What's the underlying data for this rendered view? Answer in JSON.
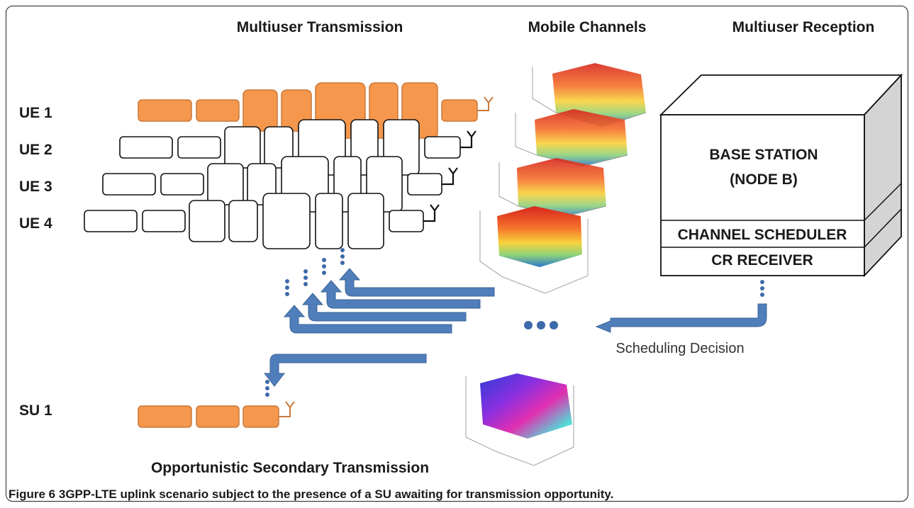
{
  "headers": {
    "transmission": "Multiuser Transmission",
    "channels": "Mobile Channels",
    "reception": "Multiuser Reception"
  },
  "users": {
    "ue1": "UE 1",
    "ue2": "UE 2",
    "ue3": "UE 3",
    "ue4": "UE 4",
    "su1": "SU 1"
  },
  "base_station": {
    "title_line1": "BASE STATION",
    "title_line2": "(NODE B)",
    "scheduler": "CHANNEL SCHEDULER",
    "receiver": "CR RECEIVER"
  },
  "scheduling_label": "Scheduling Decision",
  "secondary_label": "Opportunistic Secondary Transmission",
  "caption": {
    "figure": "Figure 6",
    "text": "3GPP-LTE uplink scenario subject to the presence of a SU awaiting for transmission opportunity."
  },
  "colors": {
    "primary_user": "#f5974c",
    "primary_stroke": "#c9783a",
    "arrow": "#4f7ebb",
    "arrow_stroke": "#3a6396",
    "dots": "#3d6aa8"
  }
}
